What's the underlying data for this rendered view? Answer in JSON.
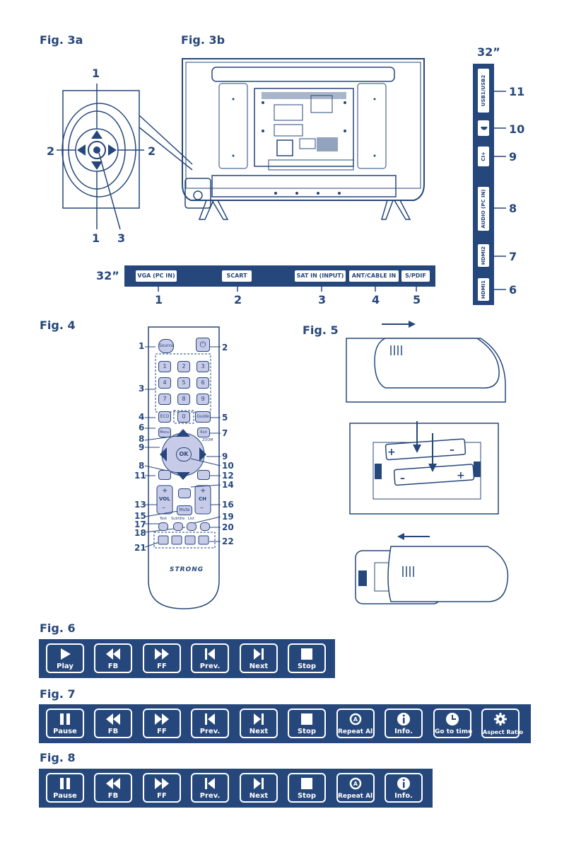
{
  "fig3a": {
    "title": "Fig. 3a",
    "labels": {
      "top": "1",
      "bottom": "1",
      "left": "2",
      "right": "2",
      "center": "3"
    }
  },
  "fig3b": {
    "title": "Fig. 3b"
  },
  "side_panel": {
    "size": "32”",
    "ports": [
      "USB1/USB2",
      "",
      "CI+",
      "AUDIO (PC IN)",
      "HDMI2",
      "HDMI1"
    ],
    "numbers": [
      "11",
      "10",
      "9",
      "8",
      "7",
      "6"
    ]
  },
  "bottom_panel": {
    "size": "32”",
    "ports": [
      "VGA (PC IN)",
      "SCART",
      "SAT IN (INPUT)",
      "ANT/CABLE IN",
      "S/PDIF"
    ],
    "numbers": [
      "1",
      "2",
      "3",
      "4",
      "5"
    ]
  },
  "fig4": {
    "title": "Fig. 4",
    "remote": {
      "source": "Source",
      "digits": [
        "1",
        "2",
        "3",
        "4",
        "5",
        "6",
        "7",
        "8",
        "9",
        "0"
      ],
      "eco": "ECO",
      "guide": "Guide",
      "ok": "OK",
      "menu": "Menu",
      "exit": "Exit",
      "zoom": "ZOOM",
      "vol": "VOL",
      "ch": "CH",
      "mute": "Mute",
      "text": "Text",
      "subtitle": "Subtitle",
      "list": "List",
      "brand": "STRONG",
      "plus": "+",
      "minus": "–"
    },
    "left_numbers": [
      "1",
      "3",
      "4",
      "6",
      "8",
      "9",
      "8",
      "11",
      "13",
      "15",
      "17",
      "18",
      "21"
    ],
    "right_numbers": [
      "2",
      "5",
      "7",
      "9",
      "10",
      "12",
      "14",
      "16",
      "19",
      "20",
      "22"
    ]
  },
  "fig5": {
    "title": "Fig. 5"
  },
  "fig6": {
    "title": "Fig. 6",
    "buttons": [
      {
        "label": "Play",
        "icon": "play-icon"
      },
      {
        "label": "FB",
        "icon": "fast-back-icon"
      },
      {
        "label": "FF",
        "icon": "fast-forward-icon"
      },
      {
        "label": "Prev.",
        "icon": "previous-icon"
      },
      {
        "label": "Next",
        "icon": "next-icon"
      },
      {
        "label": "Stop",
        "icon": "stop-icon"
      }
    ]
  },
  "fig7": {
    "title": "Fig. 7",
    "buttons": [
      {
        "label": "Pause",
        "icon": "pause-icon"
      },
      {
        "label": "FB",
        "icon": "fast-back-icon"
      },
      {
        "label": "FF",
        "icon": "fast-forward-icon"
      },
      {
        "label": "Prev.",
        "icon": "previous-icon"
      },
      {
        "label": "Next",
        "icon": "next-icon"
      },
      {
        "label": "Stop",
        "icon": "stop-icon"
      },
      {
        "label": "Repeat All",
        "icon": "repeat-all-icon"
      },
      {
        "label": "Info.",
        "icon": "info-icon"
      },
      {
        "label": "Go to time",
        "icon": "clock-icon"
      },
      {
        "label": "Aspect Ratio",
        "icon": "gear-icon"
      }
    ]
  },
  "fig8": {
    "title": "Fig. 8",
    "buttons": [
      {
        "label": "Pause",
        "icon": "pause-icon"
      },
      {
        "label": "FB",
        "icon": "fast-back-icon"
      },
      {
        "label": "FF",
        "icon": "fast-forward-icon"
      },
      {
        "label": "Prev.",
        "icon": "previous-icon"
      },
      {
        "label": "Next",
        "icon": "next-icon"
      },
      {
        "label": "Stop",
        "icon": "stop-icon"
      },
      {
        "label": "Repeat All",
        "icon": "repeat-all-icon"
      },
      {
        "label": "Info.",
        "icon": "info-icon"
      }
    ]
  },
  "colors": {
    "primary": "#26477b",
    "key_fill": "#c8cbe8",
    "white": "#ffffff"
  }
}
